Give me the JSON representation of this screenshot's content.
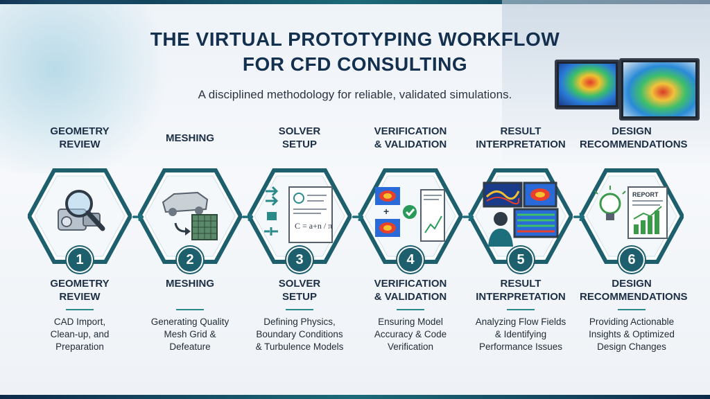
{
  "title_line1": "THE VIRTUAL PROTOTYPING WORKFLOW",
  "title_line2": "FOR CFD CONSULTING",
  "subtitle": "A disciplined methodology for reliable, validated simulations.",
  "steps": [
    {
      "number": "1",
      "heading_line1": "GEOMETRY",
      "heading_line2": "REVIEW",
      "desc_line1": "CAD Import,",
      "desc_line2": "Clean-up, and",
      "desc_line3": "Preparation",
      "icon": "magnifier-icon"
    },
    {
      "number": "2",
      "heading_line1": "MESHING",
      "heading_line2": "",
      "desc_line1": "Generating Quality",
      "desc_line2": "Mesh Grid &",
      "desc_line3": "Defeature",
      "icon": "mesh-icon"
    },
    {
      "number": "3",
      "heading_line1": "SOLVER",
      "heading_line2": "SETUP",
      "desc_line1": "Defining Physics,",
      "desc_line2": "Boundary Conditions",
      "desc_line3": "& Turbulence Models",
      "icon": "equation-icon"
    },
    {
      "number": "4",
      "heading_line1": "VERIFICATION",
      "heading_line2": "& VALIDATION",
      "desc_line1": "Ensuring Model",
      "desc_line2": "Accuracy & Code",
      "desc_line3": "Verification",
      "icon": "checkmark-icon"
    },
    {
      "number": "5",
      "heading_line1": "RESULT",
      "heading_line2": "INTERPRETATION",
      "desc_line1": "Analyzing Flow Fields",
      "desc_line2": "& Identifying",
      "desc_line3": "Performance Issues",
      "icon": "analyst-icon"
    },
    {
      "number": "6",
      "heading_line1": "DESIGN",
      "heading_line2": "RECOMMENDATIONS",
      "desc_line1": "Providing Actionable",
      "desc_line2": "Insights & Optimized",
      "desc_line3": "Design Changes",
      "icon": "lightbulb-icon"
    }
  ],
  "icon_texts": {
    "report": "REPORT",
    "equation": "C = a+n / π"
  },
  "colors": {
    "navy": "#14304f",
    "teal": "#1e5f6e",
    "accent": "#2a8a8a"
  }
}
